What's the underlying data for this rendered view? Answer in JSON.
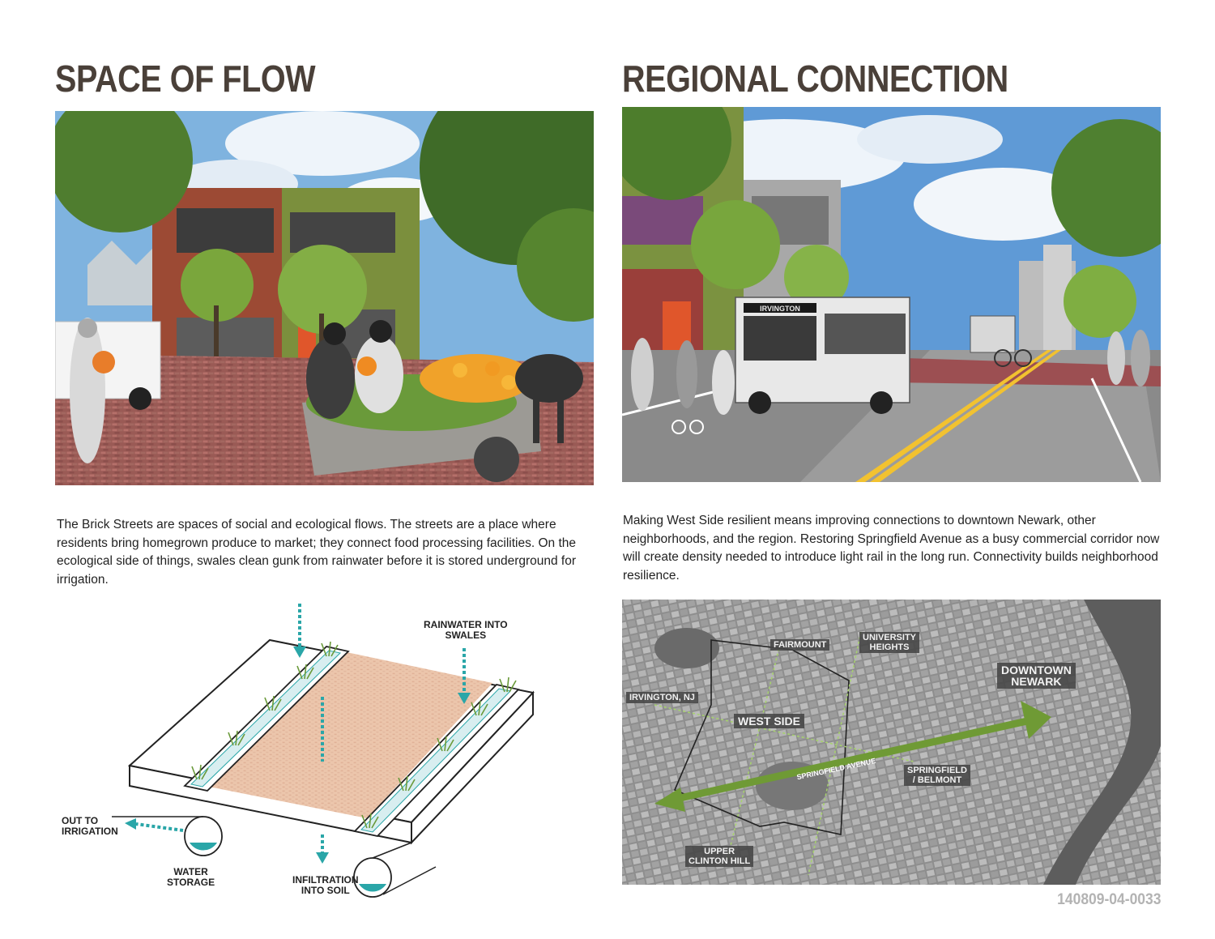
{
  "left": {
    "title": "SPACE OF FLOW",
    "paragraph": "The Brick Streets are spaces of social and ecological flows. The streets are a place where residents bring homegrown produce to market; they connect food processing facilities. On the ecological side of things, swales clean gunk from rainwater before it is stored underground for irrigation.",
    "diagram": {
      "labels": {
        "rainwater": "RAINWATER INTO\nSWALES",
        "irrigation": "OUT TO\nIRRIGATION",
        "storage": "WATER\nSTORAGE",
        "infiltration": "INFILTRATION\nINTO SOIL"
      }
    }
  },
  "right": {
    "title": "REGIONAL CONNECTION",
    "paragraph": "Making West Side resilient means improving connections to downtown Newark, other neighborhoods, and the region. Restoring Springfield Avenue as a busy commercial corridor now will create density needed to introduce light rail in the long run.  Connectivity builds neighborhood resilience.",
    "bus_sign": "IRVINGTON",
    "map": {
      "labels": {
        "fairmount": "FAIRMOUNT",
        "university": "UNIVERSITY\nHEIGHTS",
        "downtown": "DOWNTOWN\nNEWARK",
        "irvington": "IRVINGTON, NJ",
        "westside": "WEST SIDE",
        "avenue": "SPRINGFIELD AVENUE",
        "belmont": "SPRINGFIELD\n/ BELMONT",
        "clinton": "UPPER\nCLINTON HILL"
      }
    }
  },
  "footer_code": "140809-04-0033",
  "colors": {
    "title": "#4a4039",
    "teal": "#2aa6a8",
    "avenue_green": "#6f9a35",
    "brick": "#e9c1a8"
  }
}
